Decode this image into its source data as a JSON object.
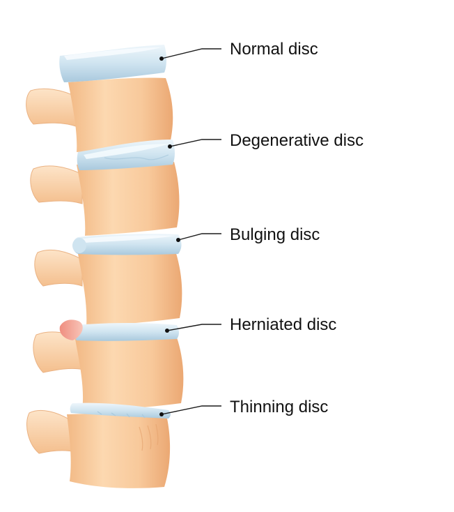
{
  "labels": {
    "normal": "Normal disc",
    "degenerative": "Degenerative disc",
    "bulging": "Bulging disc",
    "herniated": "Herniated disc",
    "thinning": "Thinning disc"
  },
  "colors": {
    "vertebra": "#f8c99b",
    "vertebra_light": "#fde2c4",
    "vertebra_shadow": "#eeb07a",
    "disc": "#cfe4f0",
    "disc_light": "#eaf4fa",
    "disc_shadow": "#a9c9dd",
    "herniation": "#f3a597",
    "text": "#111111"
  }
}
